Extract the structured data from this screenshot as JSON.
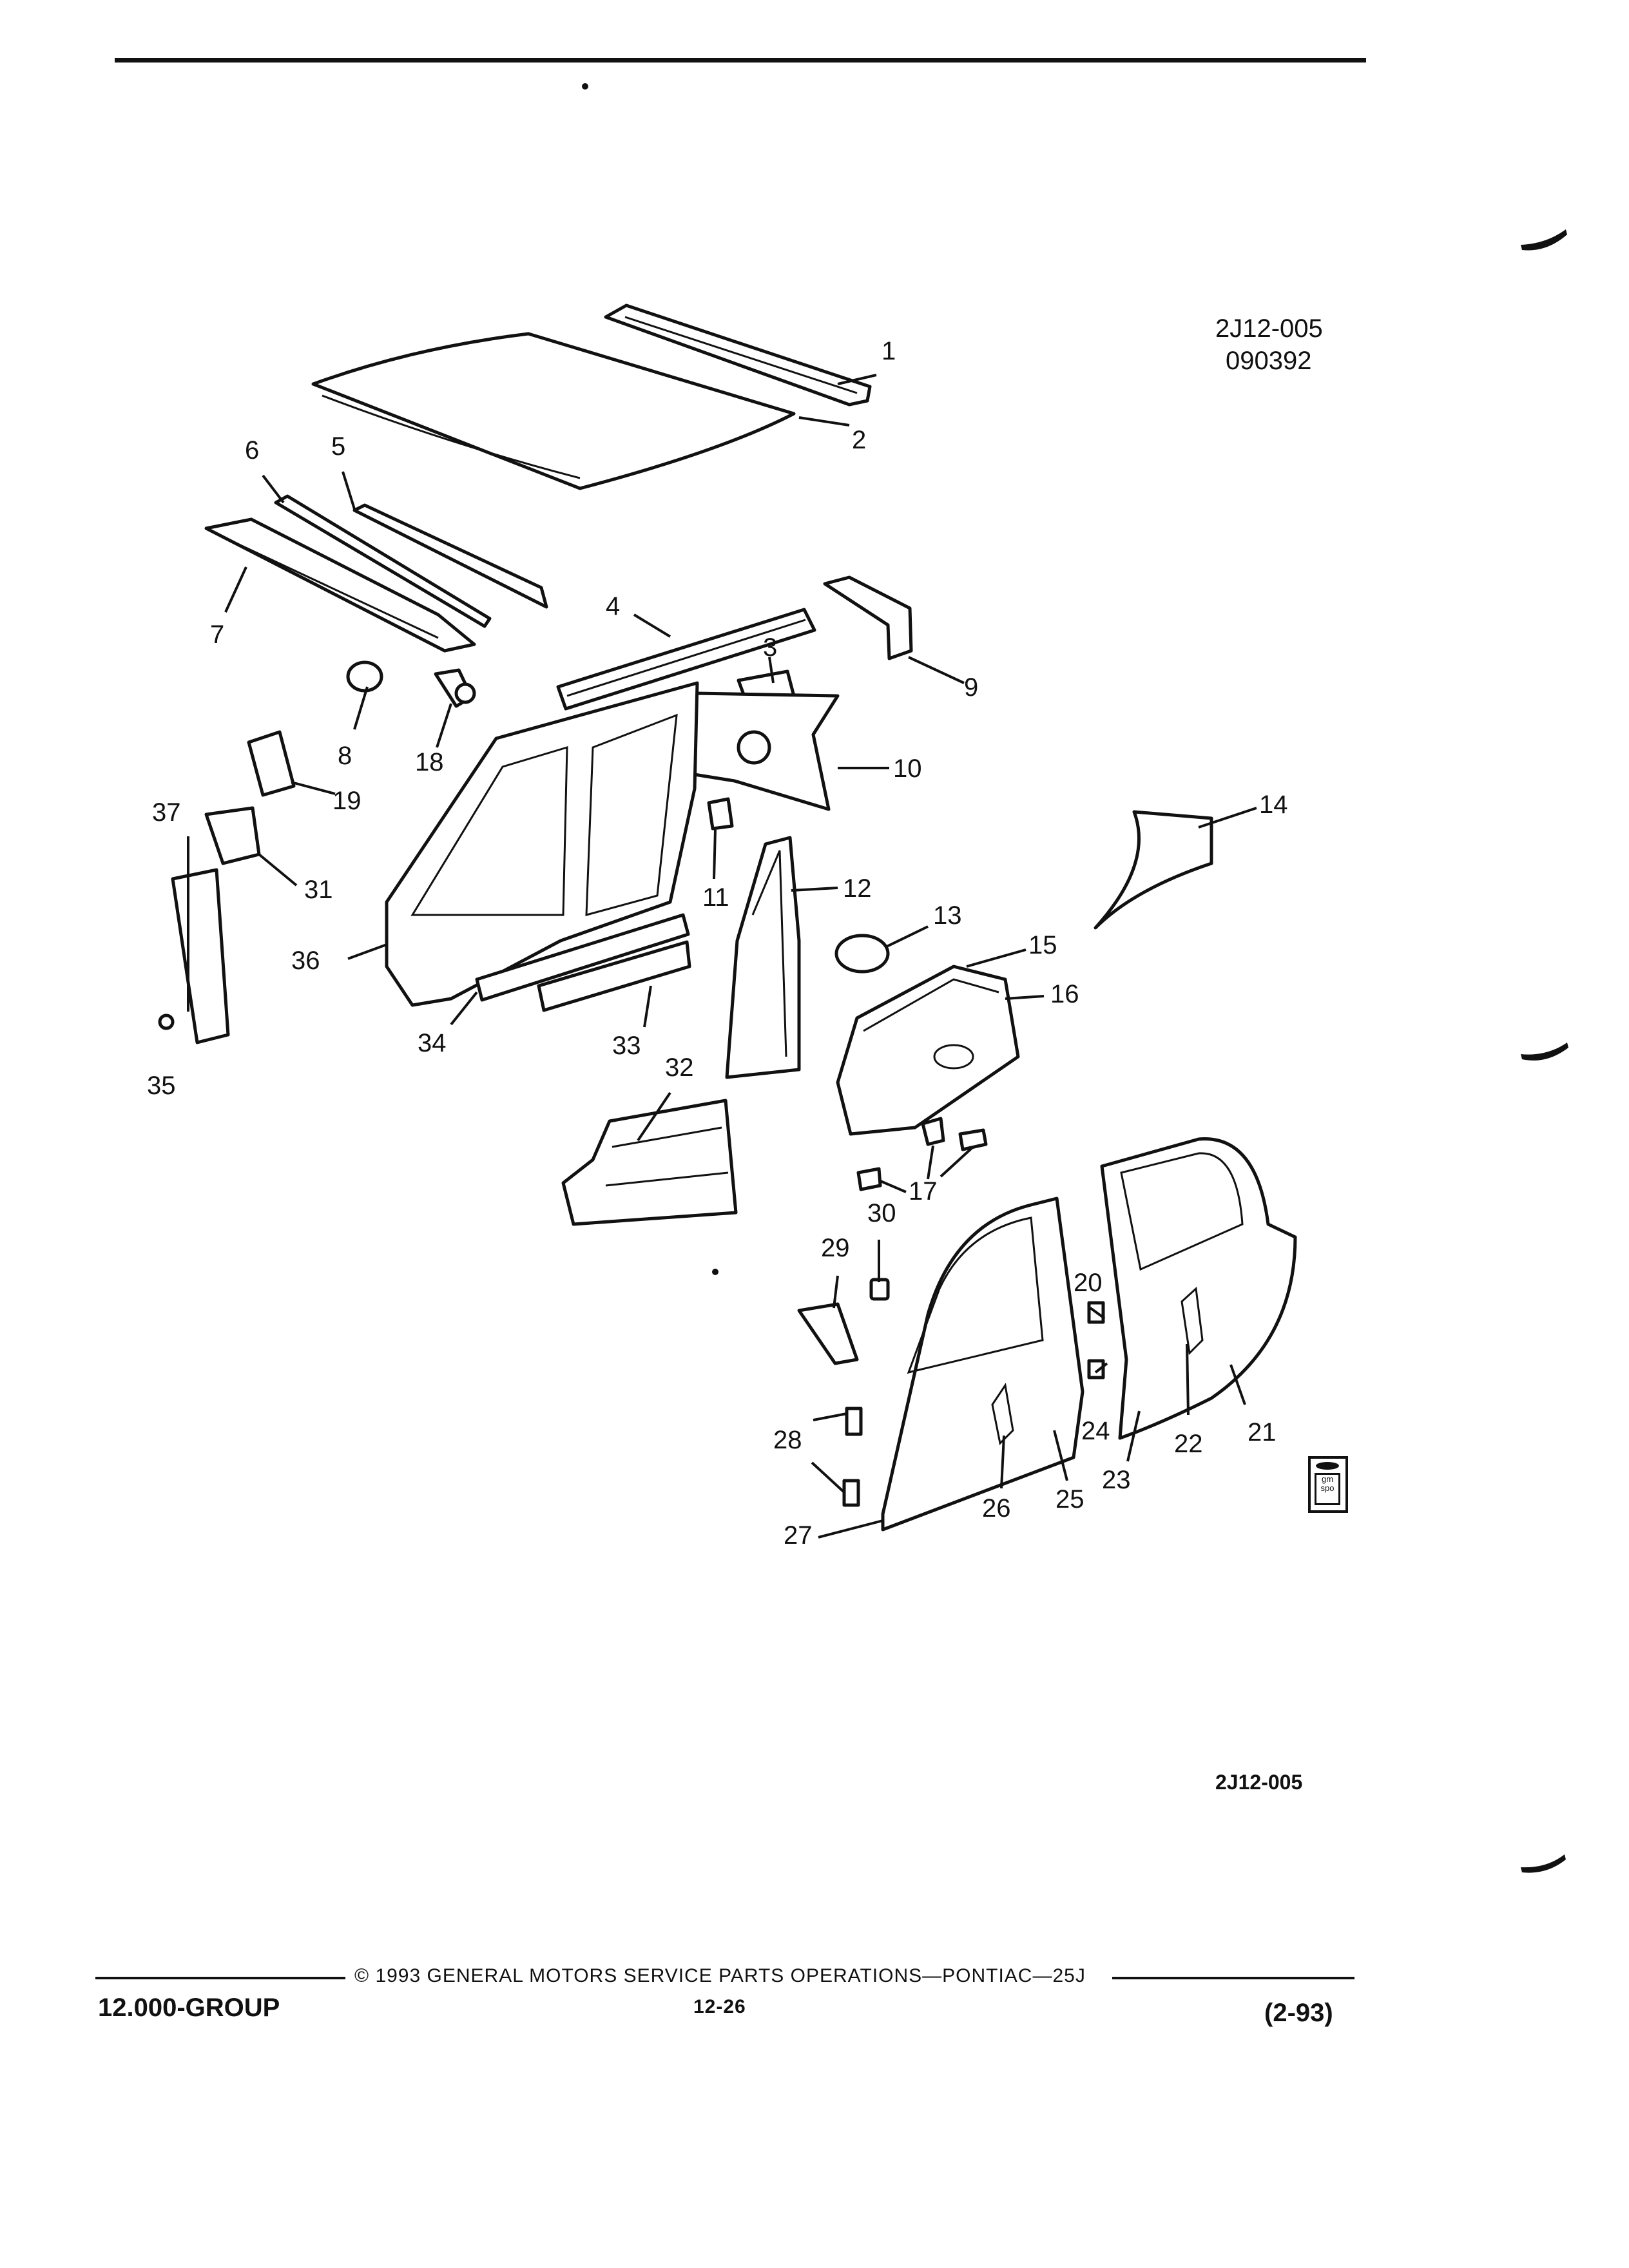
{
  "figure": {
    "ref_code": "2J12-005",
    "date_code": "090392",
    "bottom_ref": "2J12-005",
    "callouts": [
      "1",
      "2",
      "3",
      "4",
      "5",
      "6",
      "7",
      "8",
      "9",
      "10",
      "11",
      "12",
      "13",
      "14",
      "15",
      "16",
      "17",
      "18",
      "19",
      "20",
      "21",
      "22",
      "23",
      "24",
      "25",
      "26",
      "27",
      "28",
      "29",
      "30",
      "31",
      "32",
      "33",
      "34",
      "35",
      "36",
      "37"
    ]
  },
  "footer": {
    "copyright": "© 1993  GENERAL MOTORS SERVICE PARTS OPERATIONS—PONTIAC—25J",
    "group": "12.000-GROUP",
    "page": "12-26",
    "revision": "(2-93)"
  },
  "logo": {
    "text": "gm spo"
  }
}
